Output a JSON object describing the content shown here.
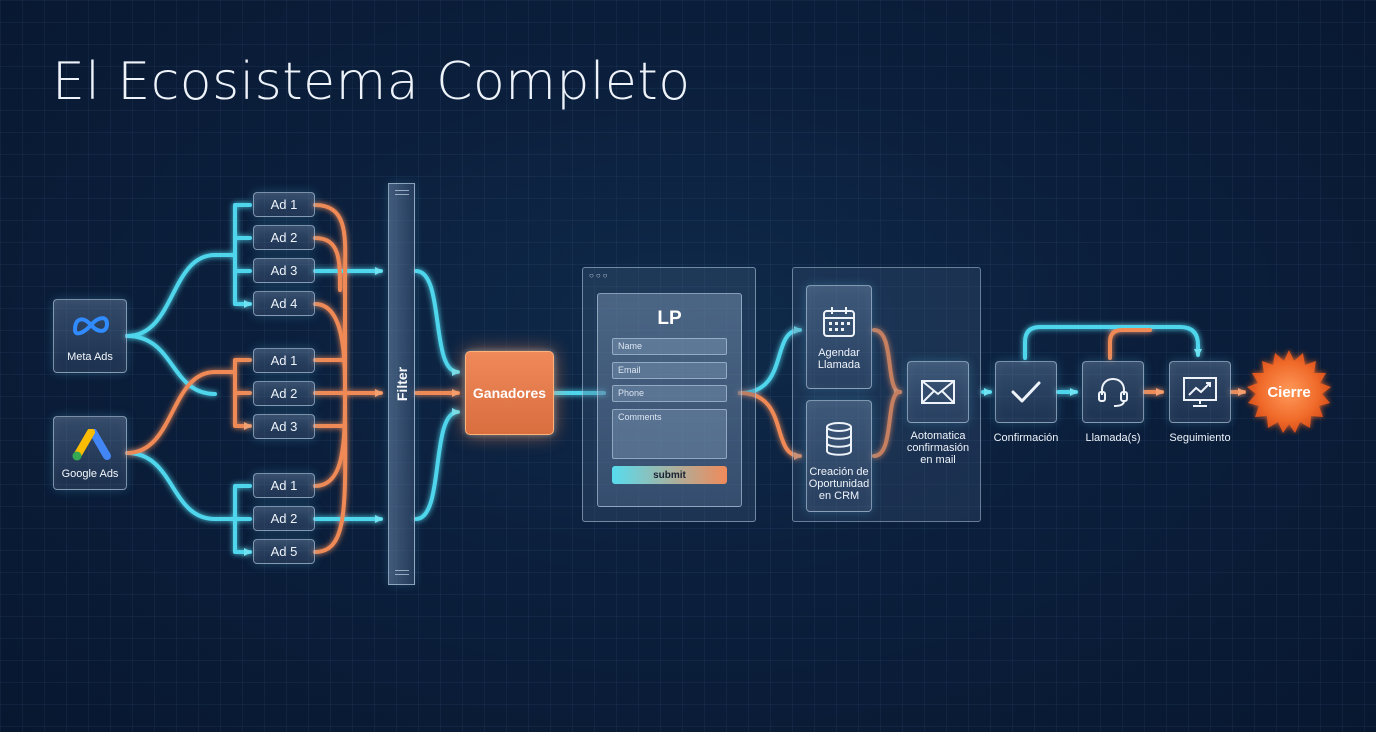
{
  "title": "El Ecosistema Completo",
  "sources": [
    {
      "label": "Meta Ads",
      "icon": "meta-logo-icon"
    },
    {
      "label": "Google Ads",
      "icon": "google-ads-logo-icon"
    }
  ],
  "ad_groups": [
    {
      "ads": [
        "Ad 1",
        "Ad 2",
        "Ad 3",
        "Ad 4"
      ]
    },
    {
      "ads": [
        "Ad 1",
        "Ad 2",
        "Ad 3"
      ]
    },
    {
      "ads": [
        "Ad 1",
        "Ad 2",
        "Ad 5"
      ]
    }
  ],
  "filter_label": "Filter",
  "winners_label": "Ganadores",
  "landing_page": {
    "title": "LP",
    "name_placeholder": "Name",
    "email_placeholder": "Email",
    "phone_placeholder": "Phone",
    "comments_placeholder": "Comments",
    "submit_label": "submit"
  },
  "crm": {
    "schedule_line1": "Agendar",
    "schedule_line2": "Llamada",
    "opportunity_line1": "Creación de",
    "opportunity_line2": "Oportunidad",
    "opportunity_line3": "en CRM"
  },
  "email_step": {
    "line1": "Aotomatica",
    "line2": "confirmasión",
    "line3": "en mail"
  },
  "confirmation_label": "Confirmación",
  "calls_label": "Llamada(s)",
  "followup_label": "Seguimiento",
  "close_label": "Cierre",
  "colors": {
    "cyan": "#4fd6ec",
    "orange": "#ef8a56",
    "background": "#0b1f3c"
  }
}
